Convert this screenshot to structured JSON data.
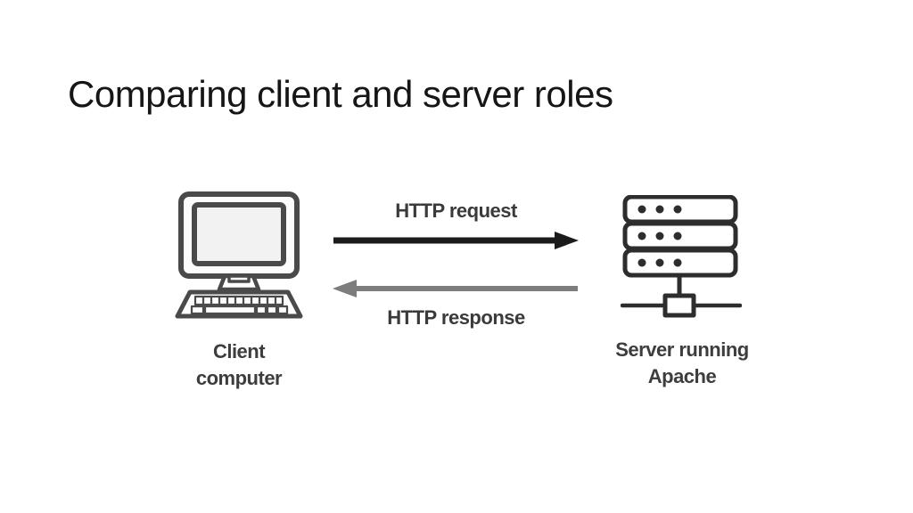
{
  "slide": {
    "title": "Comparing client and server roles",
    "background_color": "#ffffff",
    "title_color": "#161616"
  },
  "diagram": {
    "client": {
      "icon": "desktop-computer-icon",
      "label_line1": "Client",
      "label_line2": "computer"
    },
    "server": {
      "icon": "server-stack-icon",
      "label_line1": "Server running",
      "label_line2": "Apache"
    },
    "arrows": {
      "request": {
        "label": "HTTP request",
        "direction": "client-to-server",
        "color": "#1b1b1b"
      },
      "response": {
        "label": "HTTP response",
        "direction": "server-to-client",
        "color": "#7d7d7d"
      }
    },
    "colors": {
      "client_icon_stroke": "#4a4a4a",
      "server_icon_stroke": "#2d2d2d",
      "label_text": "#3d3d3d"
    }
  }
}
